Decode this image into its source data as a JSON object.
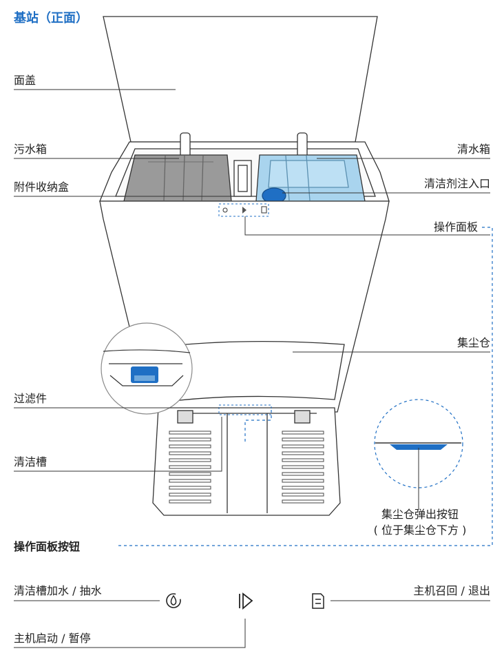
{
  "header": {
    "title": "基站（正面）"
  },
  "labels": {
    "lid": "面盖",
    "dirty_tank": "污水箱",
    "accessory_box": "附件收纳盒",
    "clean_tank": "清水箱",
    "detergent_inlet": "清洁剂注入口",
    "control_panel": "操作面板",
    "dust_bin": "集尘仓",
    "filter": "过滤件",
    "cleaning_tray": "清洁槽",
    "eject_button_line1": "集尘仓弹出按钮",
    "eject_button_line2": "( 位于集尘仓下方 )"
  },
  "panel_section": {
    "title": "操作面板按钮",
    "water_label": "清洁槽加水 / 抽水",
    "start_label": "主机启动 / 暂停",
    "recall_label": "主机召回 / 退出",
    "icons": [
      "water-drop-icon",
      "play-pause-icon",
      "return-dock-icon"
    ]
  },
  "colors": {
    "accent": "#1f6fc4",
    "clean_tank": "#a9d4ee",
    "dirty_tank": "#9a9a9a"
  }
}
